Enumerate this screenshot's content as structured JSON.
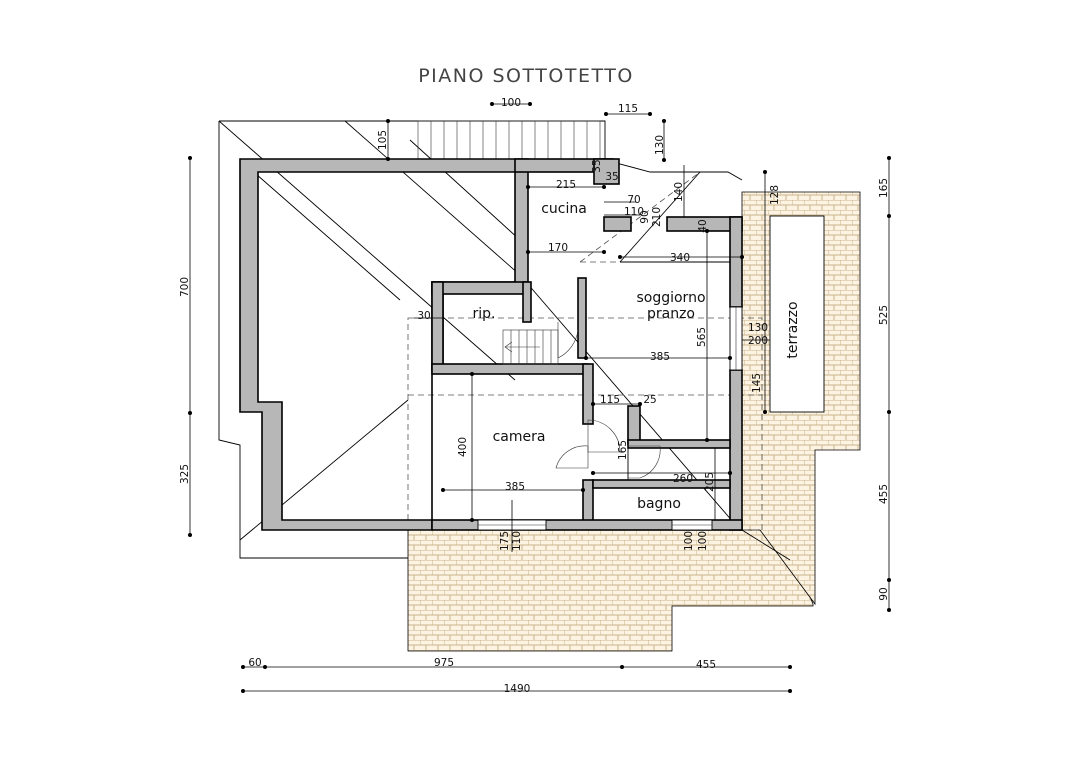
{
  "title": "PIANO SOTTOTETTO",
  "rooms": {
    "cucina": "cucina",
    "soggiorno": "soggiorno",
    "pranzo": "pranzo",
    "rip": "rip.",
    "camera": "camera",
    "bagno": "bagno",
    "terrazzo": "terrazzo"
  },
  "dimensions": {
    "top_100": "100",
    "top_115": "115",
    "top_130": "130",
    "top_105": "105",
    "d_35a": "35",
    "d_35b": "35",
    "d_215": "215",
    "d_70": "70",
    "d_110": "110",
    "d_90": "90",
    "d_210": "210",
    "d_140": "140",
    "d_128": "128",
    "d_40": "40",
    "d_170": "170",
    "d_340": "340",
    "d_565": "565",
    "d_130r": "130",
    "d_200": "200",
    "d_385a": "385",
    "d_145": "145",
    "d_30": "30",
    "d_115m": "115",
    "d_25": "25",
    "d_400": "400",
    "d_165m": "165",
    "d_260": "260",
    "d_205": "205",
    "d_385b": "385",
    "d_175": "175",
    "d_110b": "110",
    "d_100a": "100",
    "d_100b": "100",
    "left_700": "700",
    "left_325": "325",
    "right_165": "165",
    "right_525": "525",
    "right_455": "455",
    "right_90": "90",
    "bottom_60": "60",
    "bottom_975": "975",
    "bottom_455": "455",
    "bottom_1490": "1490"
  },
  "colors": {
    "wall_fill": "#b7b7b7",
    "tile_fill": "#fdf3e2",
    "tile_line": "#c9b68e"
  }
}
